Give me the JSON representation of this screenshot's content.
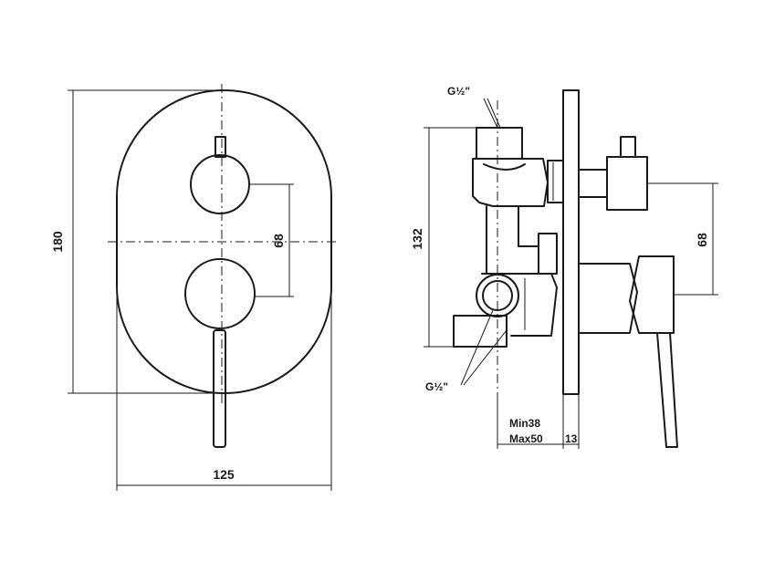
{
  "front_view": {
    "width_label": "125",
    "height_label": "180",
    "spacing_label": "68"
  },
  "side_view": {
    "height_label": "132",
    "spacing_label": "68",
    "thread_top": "G½\"",
    "thread_bottom": "G½\"",
    "min_depth": "Min38",
    "max_depth": "Max50",
    "plate_label": "13"
  },
  "colors": {
    "line": "#1a1a1a",
    "background": "#ffffff"
  }
}
